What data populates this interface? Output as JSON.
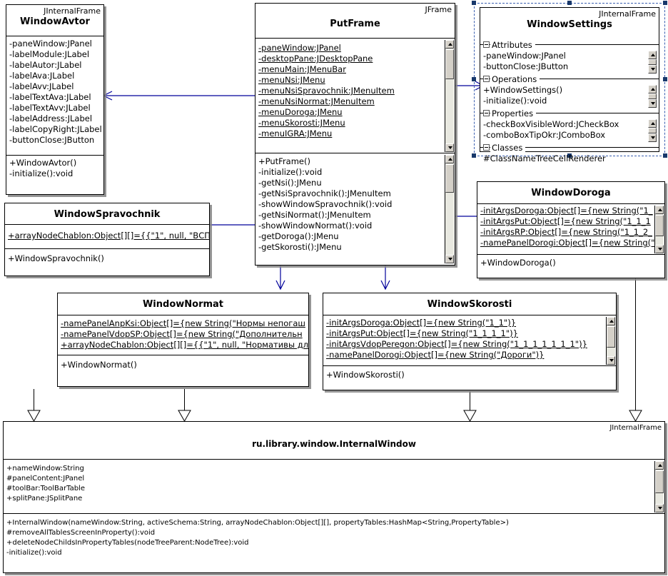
{
  "diagram": {
    "type": "uml-class-diagram",
    "accent_line_color": "#00009a",
    "selection_color": "#18386b",
    "background": "#ffffff"
  },
  "classes": {
    "windowAvtor": {
      "stereotype": "JInternalFrame",
      "name": "WindowAvtor",
      "attributes": [
        "-paneWindow:JPanel",
        "-labelModule:JLabel",
        "-labelAutor:JLabel",
        "-labelAva:JLabel",
        "-labelAvv:JLabel",
        "-labelTextAva:JLabel",
        "-labelTextAvv:JLabel",
        "-labelAddress:JLabel",
        "-labelCopyRight:JLabel",
        "-buttonClose:JButton"
      ],
      "operations": [
        "+WindowAvtor()",
        "-initialize():void"
      ]
    },
    "putFrame": {
      "stereotype": "JFrame",
      "name": "PutFrame",
      "attributes": [
        "-paneWindow:JPanel",
        "-desktopPane:JDesktopPane",
        "-menuMain:JMenuBar",
        "-menuNsi:JMenu",
        "-menuNsiSpravochnik:JMenuItem",
        "-menuNsiNormat:JMenuItem",
        "-menuDoroga:JMenu",
        "-menuSkorosti:JMenu",
        "-menuIGRA:JMenu"
      ],
      "operations": [
        "+PutFrame()",
        "-initialize():void",
        "-getNsi():JMenu",
        "-getNsiSpravochnik():JMenuItem",
        "-showWindowSpravochnik():void",
        "-getNsiNormat():JMenuItem",
        "-showWindowNormat():void",
        "-getDoroga():JMenu",
        "-getSkorosti():JMenu"
      ]
    },
    "windowSettings": {
      "stereotype": "JInternalFrame",
      "name": "WindowSettings",
      "selected": true,
      "groups": [
        {
          "label": "Attributes",
          "rows": [
            "-paneWindow:JPanel",
            "-buttonClose:JButton"
          ]
        },
        {
          "label": "Operations",
          "rows": [
            "+WindowSettings()",
            "-initialize():void"
          ]
        },
        {
          "label": "Properties",
          "rows": [
            "-checkBoxVisibleWord:JCheckBox",
            "-comboBoxTipOkr:JComboBox"
          ]
        },
        {
          "label": "Classes",
          "rows": [
            "#ClassNameTreeCellRenderer"
          ]
        }
      ]
    },
    "windowDoroga": {
      "name": "WindowDoroga",
      "attributes": [
        "-initArgsDoroga:Object[]={new String(\"1_",
        "-initArgsPut:Object[]={new String(\"1_1_1",
        "-initArgsRP:Object[]={new String(\"1_1_2_",
        "-namePanelDorogi:Object[]={new String(\""
      ],
      "operations": [
        "+WindowDoroga()"
      ]
    },
    "windowSpravochnik": {
      "name": "WindowSpravochnik",
      "attributes": [
        "+arrayNodeChablon:Object[][]={{\"1\", null, \"ВСП\","
      ],
      "operations": [
        "+WindowSpravochnik()"
      ]
    },
    "windowNormat": {
      "name": "WindowNormat",
      "attributes": [
        "-namePanelAnpKsi:Object[]={new String(\"Нормы непогаш",
        "-namePanelVdopSP:Object[]={new String(\"Дополнительн",
        "+arrayNodeChablon:Object[][]={{\"1\", null, \"Нормативы дл"
      ],
      "operations": [
        "+WindowNormat()"
      ]
    },
    "windowSkorosti": {
      "name": "WindowSkorosti",
      "attributes": [
        "-initArgsDoroga:Object[]={new String(\"1_1\")}",
        "-initArgsPut:Object[]={new String(\"1_1_1_1\")}",
        "-initArgsVdopPeregon:Object[]={new String(\"1_1_1_1_1_1_1\")}",
        "-namePanelDorogi:Object[]={new String(\"Дороги\")}"
      ],
      "operations": [
        "+WindowSkorosti()"
      ]
    },
    "internalWindow": {
      "stereotype": "JInternalFrame",
      "name": "ru.library.window.InternalWindow",
      "attributes": [
        "+nameWindow:String",
        "#panelContent:JPanel",
        "#toolBar:ToolBarTable",
        "+splitPane:JSplitPane"
      ],
      "operations": [
        "+InternalWindow(nameWindow:String, activeSchema:String, arrayNodeChablon:Object[][], propertyTables:HashMap<String,PropertyTable>)",
        "#removeAllTablesScreenInProperty():void",
        "+deleteNodeChildsInPropertyTables(nodeTreeParent:NodeTree):void",
        "-initialize():void"
      ]
    }
  }
}
